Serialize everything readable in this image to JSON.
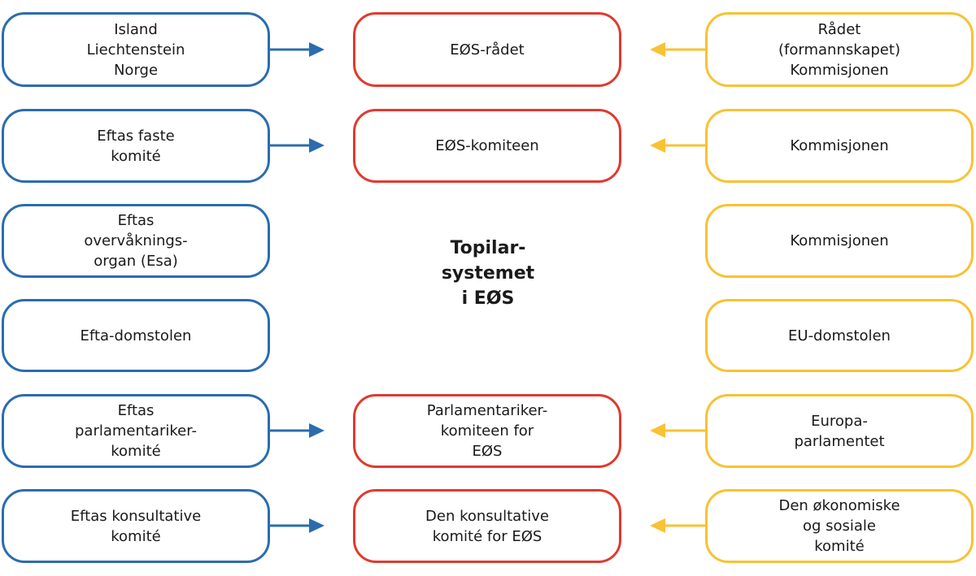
{
  "colors": {
    "efta": "#2b6cb0",
    "eos": "#e03a2f",
    "eu": "#f9c233"
  },
  "center_title": [
    "Topilar-",
    "systemet",
    "i EØS"
  ],
  "efta": [
    [
      "Island",
      "Liechtenstein",
      "Norge"
    ],
    [
      "Eftas faste",
      "komité"
    ],
    [
      "Eftas",
      "overvåknings-",
      "organ (Esa)"
    ],
    [
      "Efta-domstolen"
    ],
    [
      "Eftas",
      "parlamentariker-",
      "komité"
    ],
    [
      "Eftas konsultative",
      "komité"
    ]
  ],
  "eos": [
    [
      "EØS-rådet"
    ],
    [
      "EØS-komiteen"
    ],
    [
      "Parlamentariker-",
      "komiteen for",
      "EØS"
    ],
    [
      "Den konsultative",
      "komité for EØS"
    ]
  ],
  "eu": [
    [
      "Rådet",
      "(formannskapet)",
      "Kommisjonen"
    ],
    [
      "Kommisjonen"
    ],
    [
      "Kommisjonen"
    ],
    [
      "EU-domstolen"
    ],
    [
      "Europa-",
      "parlamentet"
    ],
    [
      "Den økonomiske",
      "og sosiale",
      "komité"
    ]
  ]
}
